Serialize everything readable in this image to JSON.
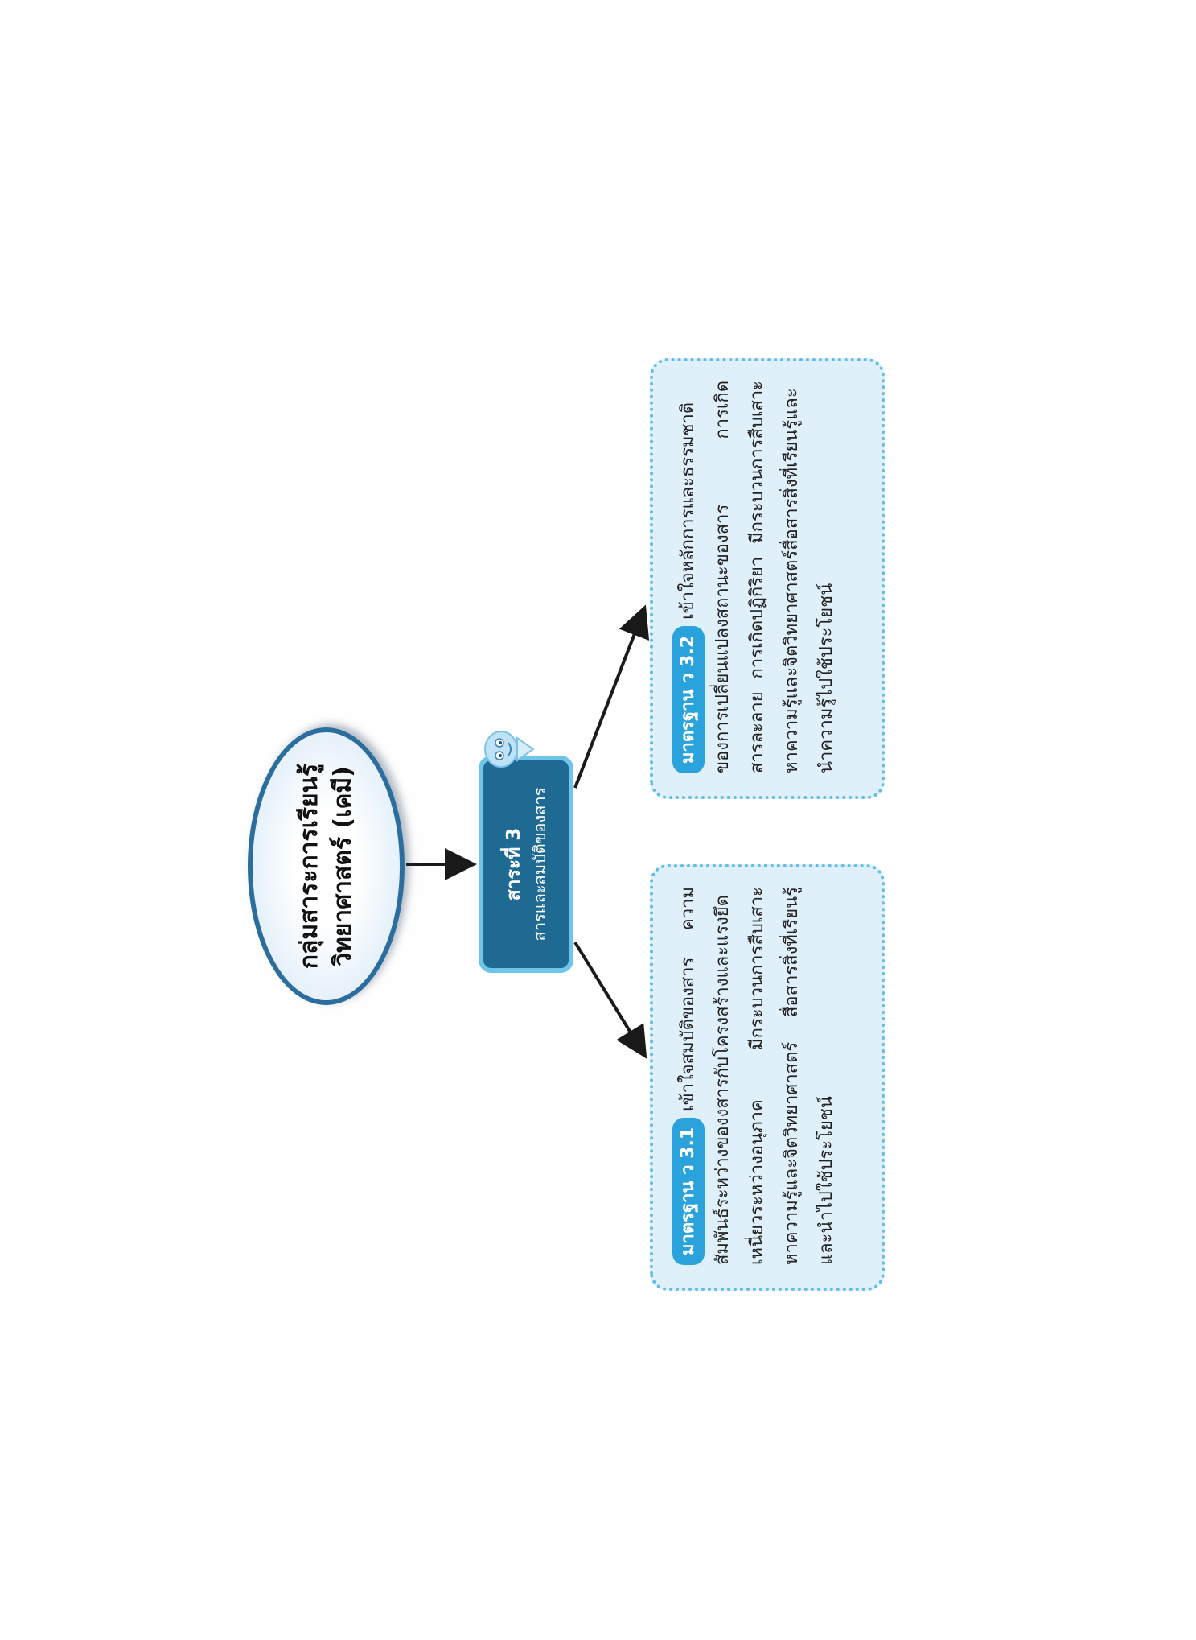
{
  "root": {
    "line1": "กลุ่มสาระการเรียนรู้",
    "line2": "วิทยาศาสตร์ (เคมี)"
  },
  "strand": {
    "title": "สาระที่ 3",
    "subtitle": "สารและสมบัติของสาร"
  },
  "standards": [
    {
      "badge": "มาตรฐาน ว 3.1",
      "text": "เข้าใจสมบัติของสาร ความสัมพันธ์ระหว่างของงสารกับโครงสร้างและแรงยึดเหนี่ยวระหว่างอนุภาค มีกระบวนการสืบเสาะหาความรู้และจิตวิทยาศาสตร์ สื่อสารสิ่งที่เรียนรู้และนำไปใช้ประโยชน์"
    },
    {
      "badge": "มาตรฐาน ว 3.2",
      "text": "เข้าใจหลักการและธรรมชาติของการเปลี่ยนแปลงสถานะของสาร การเกิดสารละลาย การเกิดปฏิกิริยา มีกระบวนการสืบเสาะหาความรู้และจิตวิทยาศาสตร์สื่อสารสิ่งที่เรียนรู้และนำความรู้ไปใช้ประโยชน์"
    }
  ],
  "colors": {
    "oval_border": "#2b6d9c",
    "strand_fill": "#1e6a93",
    "strand_border": "#6ec4ea",
    "box_fill": "#e0f0fa",
    "box_border": "#5fbde6",
    "badge": "#2aa3dc",
    "arrow": "#1a1a1a"
  },
  "icons": {
    "mascot": "cartoon-mascot-icon"
  }
}
